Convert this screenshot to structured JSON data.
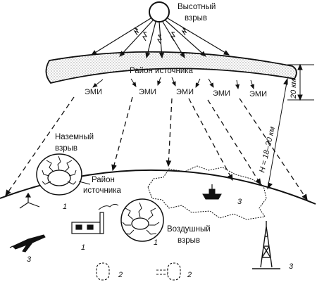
{
  "labels": {
    "high_burst_line1": "Высотный",
    "high_burst_line2": "взрыв",
    "source_region": "Район источника",
    "emi": "ЭМИ",
    "ground_burst_line1": "Наземный",
    "ground_burst_line2": "взрыв",
    "ground_source_line1": "Район",
    "ground_source_line2": "источника",
    "air_burst_line1": "Воздушный",
    "air_burst_line2": "взрыв",
    "dim_thickness": "20 км",
    "dim_height": "H = 18–20 км"
  },
  "numbers": {
    "n1": "1",
    "n2": "2",
    "n3": "3"
  },
  "icons": [
    "fireball-icon",
    "antenna-icon",
    "factory-icon",
    "airplane-icon",
    "ship-icon",
    "tower-icon",
    "cable-icon"
  ]
}
